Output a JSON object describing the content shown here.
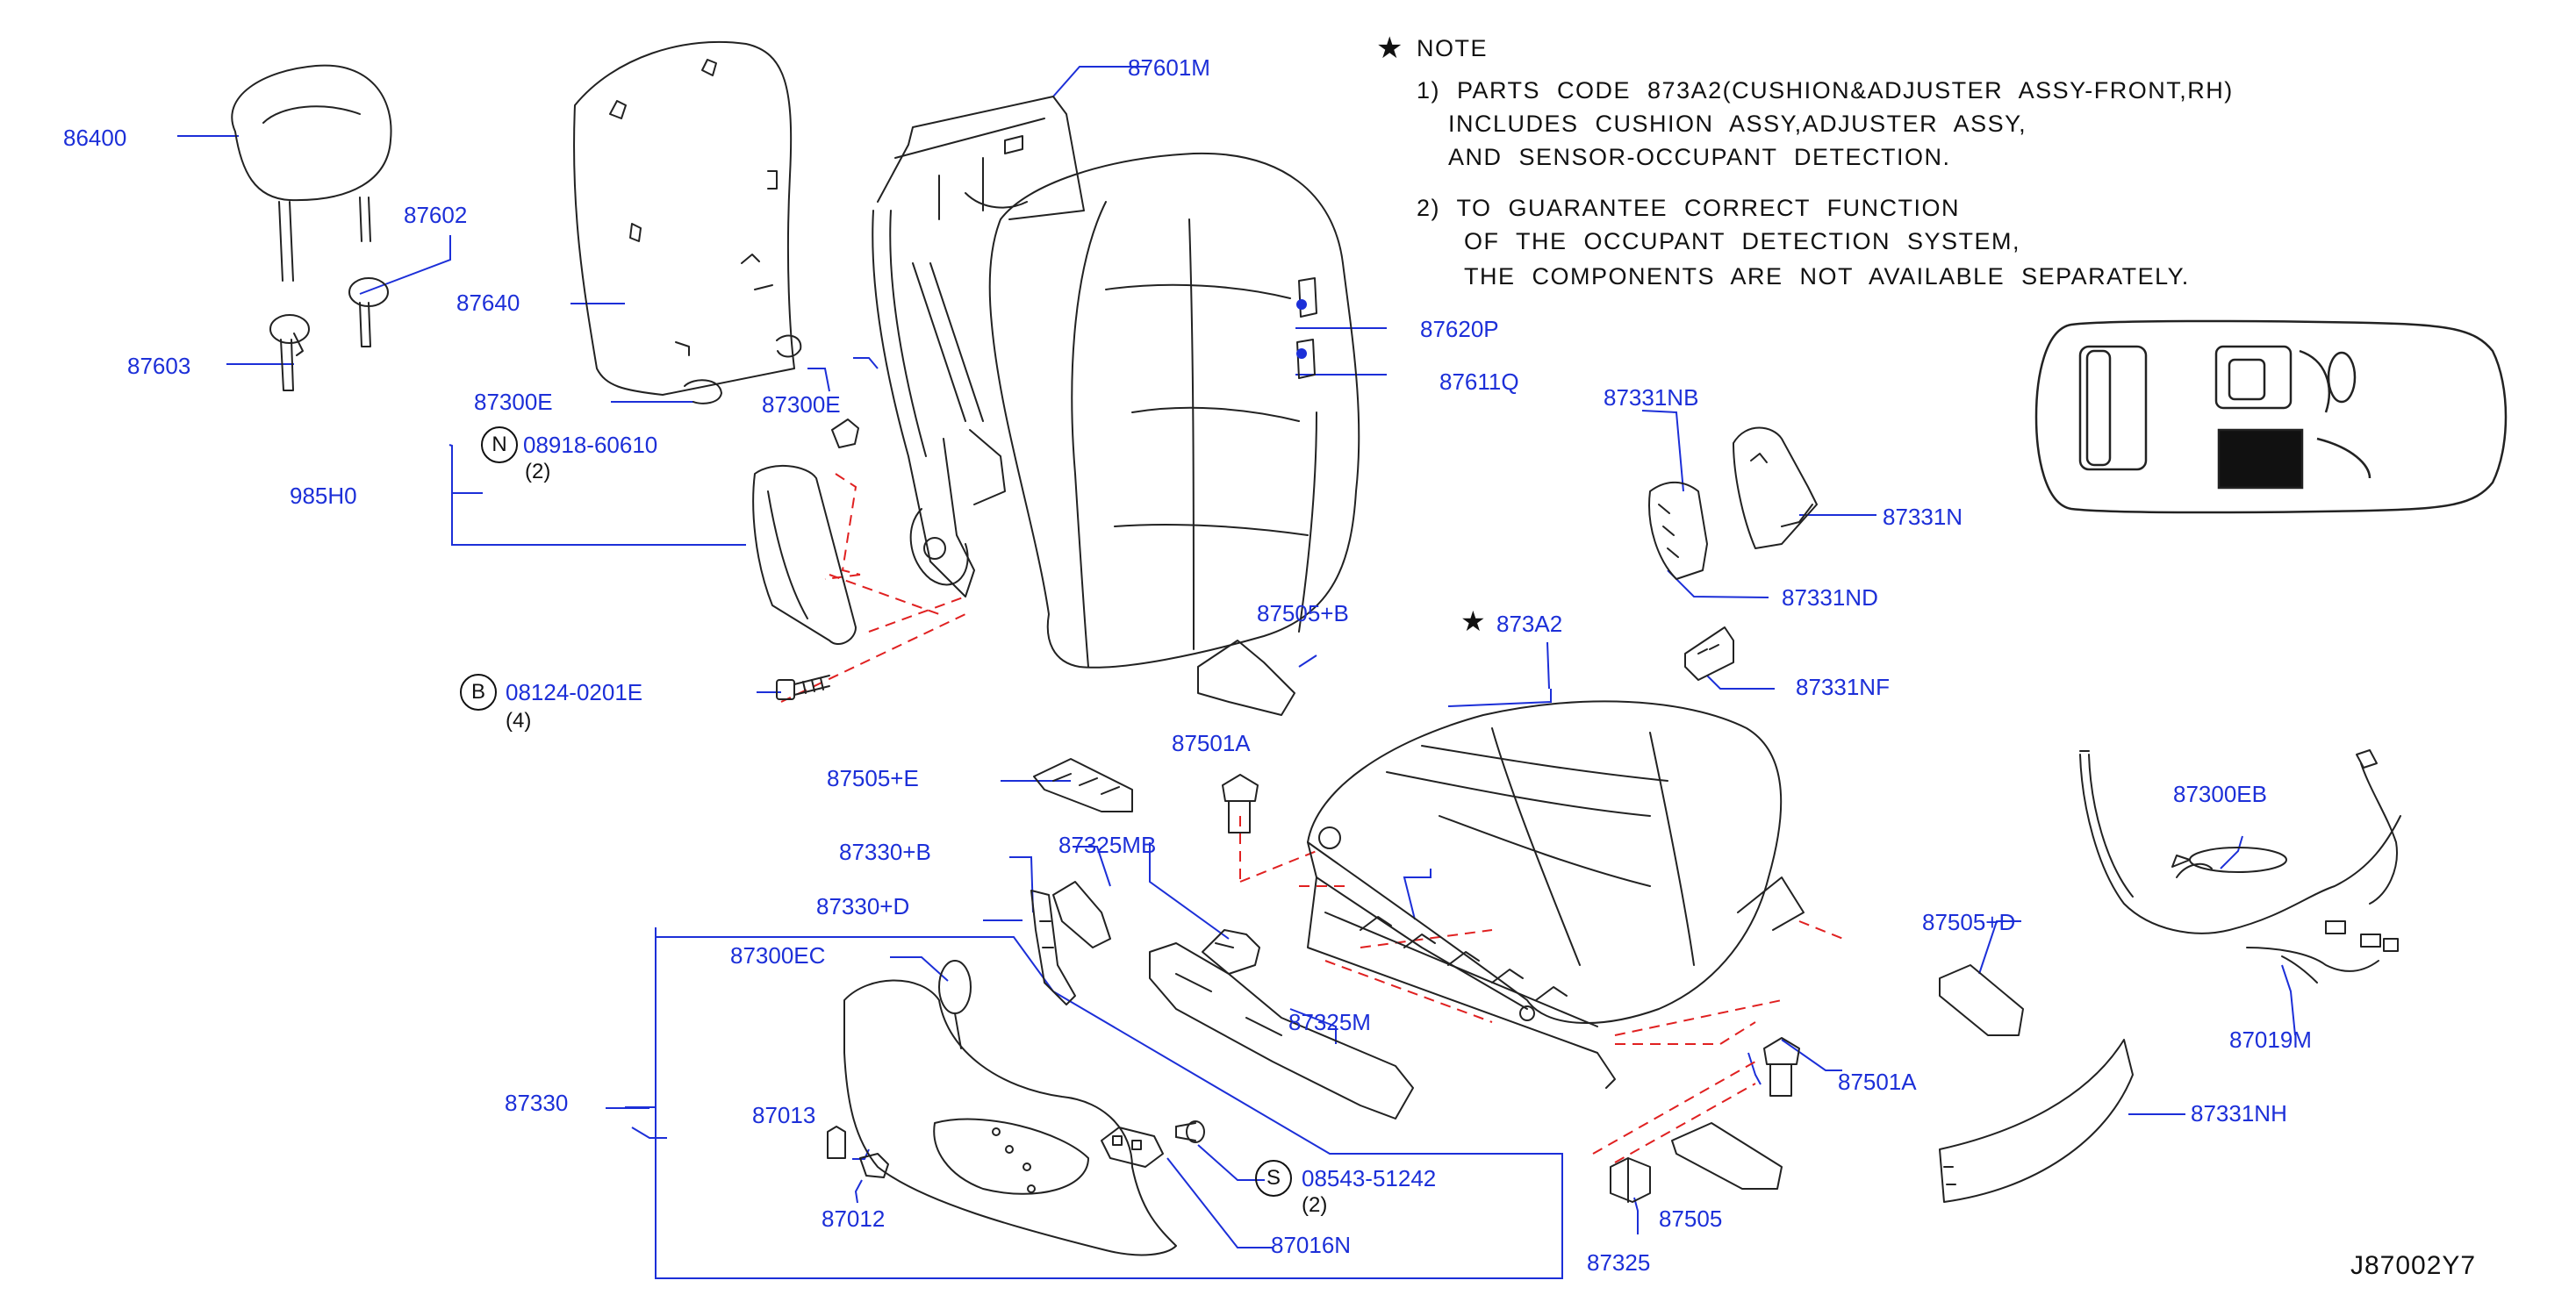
{
  "diagram_code": "J87002Y7",
  "note": {
    "title": "NOTE",
    "line1": "1)  PARTS  CODE  873A2(CUSHION&ADJUSTER  ASSY-FRONT,RH)",
    "line2": "INCLUDES  CUSHION  ASSY,ADJUSTER  ASSY,",
    "line3": "AND  SENSOR-OCCUPANT  DETECTION.",
    "line4": "2)  TO  GUARANTEE  CORRECT  FUNCTION",
    "line5": "OF  THE  OCCUPANT  DETECTION  SYSTEM,",
    "line6": "THE  COMPONENTS  ARE  NOT  AVAILABLE  SEPARATELY."
  },
  "labels": {
    "p86400": "86400",
    "p87602": "87602",
    "p87603": "87603",
    "p87640": "87640",
    "p87300E_a": "87300E",
    "p87300E_b": "87300E",
    "p985H0": "985H0",
    "p08918": "08918-60610",
    "p08124": "08124-0201E",
    "p87601M": "87601M",
    "p87620P": "87620P",
    "p87611Q": "87611Q",
    "p87331NB": "87331NB",
    "p87331N": "87331N",
    "p87331ND": "87331ND",
    "p87331NF": "87331NF",
    "p873A2": "873A2",
    "p87505B": "87505+B",
    "p87505E": "87505+E",
    "p87501A_a": "87501A",
    "p87501A_b": "87501A",
    "p87330B": "87330+B",
    "p87325MB": "87325MB",
    "p87330D": "87330+D",
    "p87300EC": "87300EC",
    "p87325M": "87325M",
    "p87330": "87330",
    "p87013": "87013",
    "p87012": "87012",
    "p08543": "08543-51242",
    "p87016N": "87016N",
    "p87325": "87325",
    "p87505": "87505",
    "p87505D": "87505+D",
    "p87300EB": "87300EB",
    "p87019M": "87019M",
    "p87331NH": "87331NH"
  },
  "callout_letters": {
    "N": "N",
    "B": "B",
    "S": "S"
  },
  "quantities": {
    "q08918": "(2)",
    "q08124": "(4)",
    "q08543": "(2)"
  },
  "colors": {
    "label": "#1c2fd8",
    "line": "#1c2fd8",
    "hidden_line": "#e02020",
    "part": "#222222"
  },
  "icons": {
    "note_marker": "star-icon",
    "part_marker": "star-icon"
  }
}
